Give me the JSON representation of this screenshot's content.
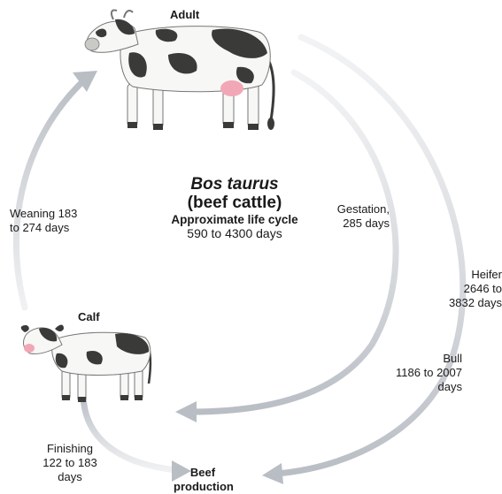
{
  "title": {
    "species": "Bos taurus",
    "common": "(beef cattle)",
    "subtitle": "Approximate life cycle",
    "range": "590 to 4300 days"
  },
  "stages": {
    "adult": "Adult",
    "calf": "Calf",
    "beef_line1": "Beef",
    "beef_line2": "production"
  },
  "transitions": {
    "weaning_line1": "Weaning 183",
    "weaning_line2": "to 274 days",
    "gestation_line1": "Gestation,",
    "gestation_line2": "285 days",
    "heifer_line1": "Heifer",
    "heifer_line2": "2646 to",
    "heifer_line3": "3832 days",
    "bull_line1": "Bull",
    "bull_line2": "1186 to 2007",
    "bull_line3": "days",
    "finishing_line1": "Finishing",
    "finishing_line2": "122 to 183",
    "finishing_line3": "days"
  },
  "colors": {
    "arrow": "#bfc4cb",
    "cow_black": "#3a3a38",
    "cow_white": "#f7f7f5",
    "udder": "#f2a7b6"
  }
}
